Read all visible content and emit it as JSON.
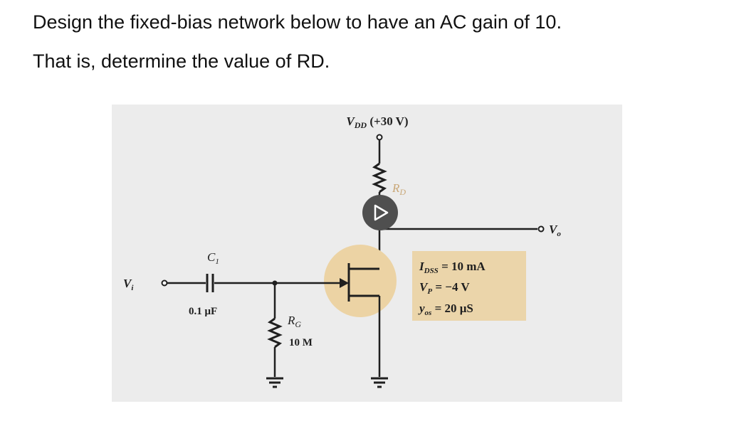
{
  "question": {
    "line1": "Design the fixed-bias network below to have an AC gain of 10.",
    "line2": "That is, determine the value of RD."
  },
  "circuit": {
    "vdd": {
      "symbol": "V",
      "sub": "DD",
      "value": "(+30 V)"
    },
    "rd": {
      "symbol": "R",
      "sub": "D"
    },
    "vo": {
      "symbol": "V",
      "sub": "o"
    },
    "vi": {
      "symbol": "V",
      "sub": "i"
    },
    "c1": {
      "symbol": "C",
      "sub": "1",
      "value": "0.1 μF"
    },
    "rg": {
      "symbol": "R",
      "sub": "G",
      "value": "10 M"
    },
    "params": {
      "idss": {
        "symbol": "I",
        "sub": "DSS",
        "rest": " = 10 mA"
      },
      "vp": {
        "symbol": "V",
        "sub": "P",
        "rest": " = −4 V"
      },
      "yos": {
        "symbol": "y",
        "sub": "os",
        "rest": " = 20 μS"
      }
    },
    "colors": {
      "panel": "#ececec",
      "wire": "#1f1f1f",
      "jfet_highlight": "#ecd3a4",
      "param_box": "#ebd5aa",
      "rd_label": "#c9a777",
      "play_button": "#4f4f4f"
    },
    "play_icon": "play-icon"
  }
}
